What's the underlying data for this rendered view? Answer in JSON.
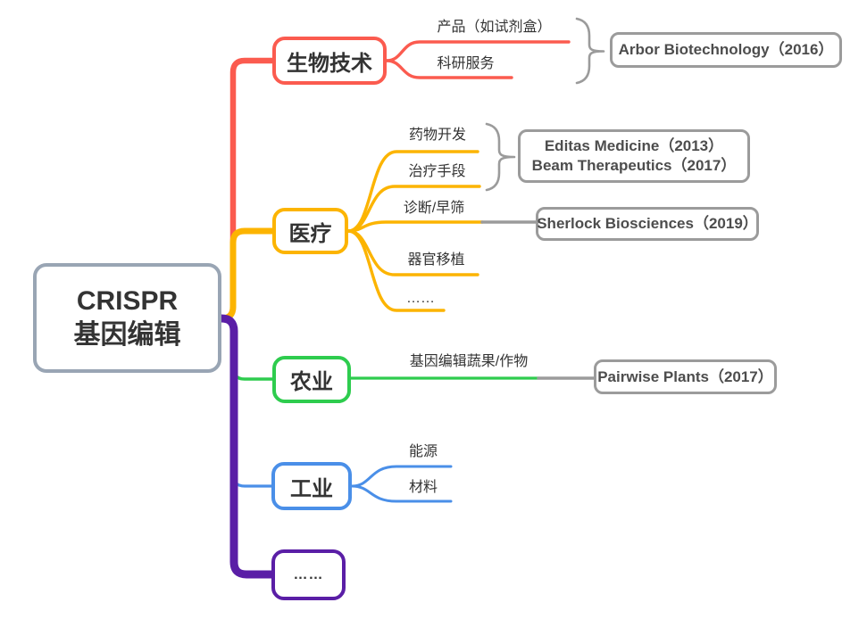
{
  "root": {
    "title_line1": "CRISPR",
    "title_line2": "基因编辑"
  },
  "nodes": {
    "biotech": {
      "label": "生物技术",
      "children": {
        "product": "产品（如试剂盒）",
        "research": "科研服务"
      }
    },
    "medical": {
      "label": "医疗",
      "children": {
        "drug": "药物开发",
        "therapy": "治疗手段",
        "diagnosis": "诊断/早筛",
        "organ": "器官移植",
        "ellipsis": "……"
      }
    },
    "agriculture": {
      "label": "农业",
      "children": {
        "crops": "基因编辑蔬果/作物"
      }
    },
    "industry": {
      "label": "工业",
      "children": {
        "energy": "能源",
        "material": "材料"
      }
    },
    "more": {
      "label": "……"
    }
  },
  "companies": {
    "arbor": {
      "label": "Arbor Biotechnology（2016）"
    },
    "editas": {
      "line1": "Editas Medicine（2013）",
      "line2": "Beam Therapeutics（2017）"
    },
    "sherlock": {
      "label": "Sherlock Biosciences（2019）"
    },
    "pairwise": {
      "label": "Pairwise Plants（2017）"
    }
  },
  "colors": {
    "red": "#fb5b4f",
    "yellow": "#fcb400",
    "green": "#2ecc4e",
    "blue": "#4a8fe8",
    "purple": "#5a1ea6",
    "gray": "#9b9b9b",
    "rootborder": "#99a5b4"
  }
}
